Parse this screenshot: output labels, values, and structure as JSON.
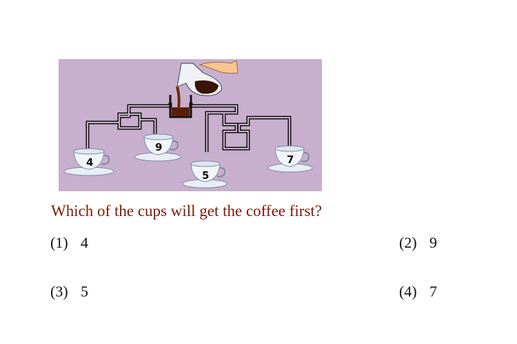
{
  "figure": {
    "cup_labels": [
      "4",
      "9",
      "5",
      "7"
    ],
    "colors": {
      "background": "#c8afcd",
      "pipe": "#111111",
      "coffee": "#5a1f08",
      "cup": "#f2f6fb",
      "hand": "#f6c48f"
    }
  },
  "question": "Which of the cups will get the coffee first?",
  "options": [
    {
      "number": "(1)",
      "answer": "4"
    },
    {
      "number": "(2)",
      "answer": "9"
    },
    {
      "number": "(3)",
      "answer": "5"
    },
    {
      "number": "(4)",
      "answer": "7"
    }
  ]
}
